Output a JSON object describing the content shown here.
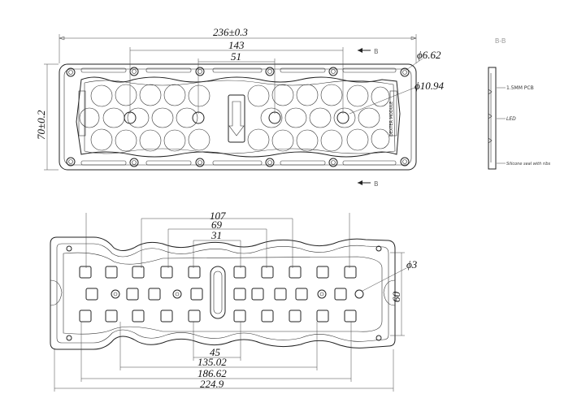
{
  "top_view": {
    "overall_width": "236±0.3",
    "spacing_outer": "143",
    "spacing_inner": "51",
    "height": "70±0.2",
    "hole_small": "ϕ6.62",
    "hole_large": "ϕ10.94",
    "section_mark": "B",
    "side_label": "DEXTER MODULE"
  },
  "section": {
    "title": "B-B",
    "pcb_label": "1.5MM PCB",
    "led_label": "LED",
    "seal_label": "Silicone seal with ribs"
  },
  "bottom_view": {
    "top_dim_1": "107",
    "top_dim_2": "69",
    "top_dim_3": "31",
    "hole": "ϕ3",
    "height": "60",
    "bottom_dim_1": "45",
    "bottom_dim_2": "135.02",
    "bottom_dim_3": "186.62",
    "bottom_dim_4": "224.9"
  }
}
